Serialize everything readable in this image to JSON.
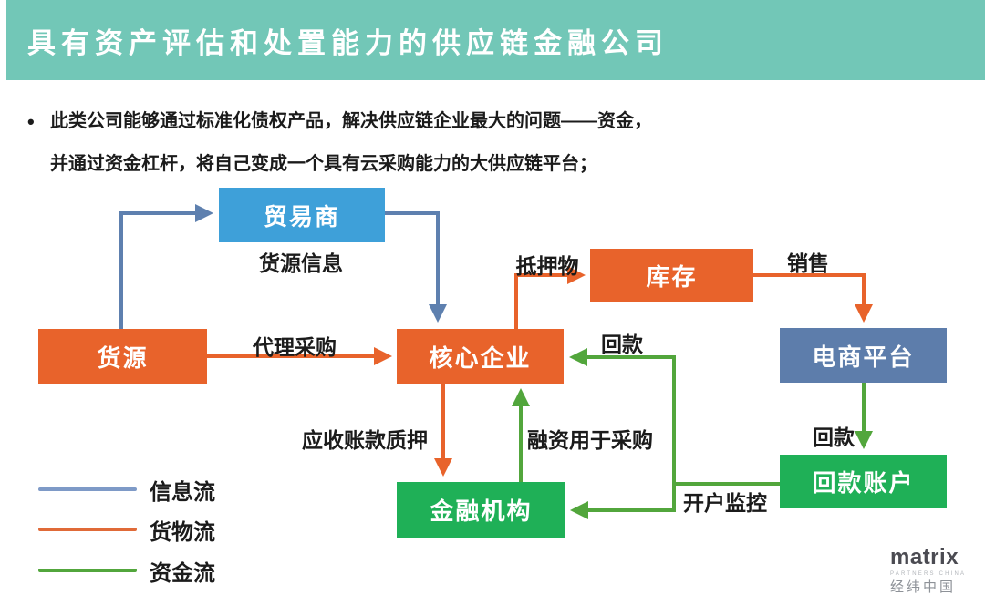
{
  "header": {
    "title": "具有资产评估和处置能力的供应链金融公司",
    "bg_color": "#72C7B7"
  },
  "bullet": {
    "dot": "•",
    "line1": "此类公司能够通过标准化债权产品，解决供应链企业最大的问题——资金，",
    "line2": "并通过资金杠杆，将自己变成一个具有云采购能力的大供应链平台；"
  },
  "diagram": {
    "nodes": {
      "trader": "贸易商",
      "supply": "货源",
      "core": "核心企业",
      "inventory": "库存",
      "ecommerce": "电商平台",
      "repay_account": "回款账户",
      "finance": "金融机构"
    },
    "edges": {
      "supply_info": "货源信息",
      "agency_purchase": "代理采购",
      "collateral": "抵押物",
      "sales": "销售",
      "repay_to_core": "回款",
      "repay_to_account": "回款",
      "receivable_pledge": "应收账款质押",
      "financing_purchase": "融资用于采购",
      "account_monitor": "开户监控"
    },
    "colors": {
      "box_blue": "#3EA0D9",
      "box_orange": "#E8632B",
      "box_slate": "#5D7DAB",
      "box_green": "#1FB057",
      "arrow_info_blue": "#5E80AF",
      "arrow_goods_orange": "#E8632B",
      "arrow_funds_green": "#52A63C"
    }
  },
  "legend": {
    "items": [
      {
        "label": "信息流",
        "color": "#7E9AC7"
      },
      {
        "label": "货物流",
        "color": "#E06A38"
      },
      {
        "label": "资金流",
        "color": "#52A63C"
      }
    ]
  },
  "logo": {
    "wordmark": "matrix",
    "subtitle": "PARTNERS CHINA",
    "chinese": "经纬中国"
  }
}
